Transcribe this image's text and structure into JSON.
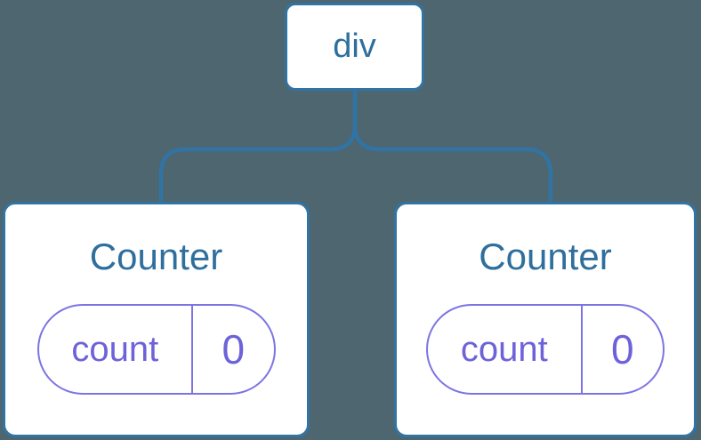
{
  "colors": {
    "background": "#4D6670",
    "connector": "#3174A4",
    "node_fill": "#FFFFFF",
    "node_text": "#2F6F9D",
    "state_border": "#7C74E4",
    "state_text": "#6D62D9"
  },
  "tree": {
    "root": {
      "label": "div"
    },
    "children": [
      {
        "title": "Counter",
        "state": {
          "key": "count",
          "value": "0"
        }
      },
      {
        "title": "Counter",
        "state": {
          "key": "count",
          "value": "0"
        }
      }
    ]
  }
}
